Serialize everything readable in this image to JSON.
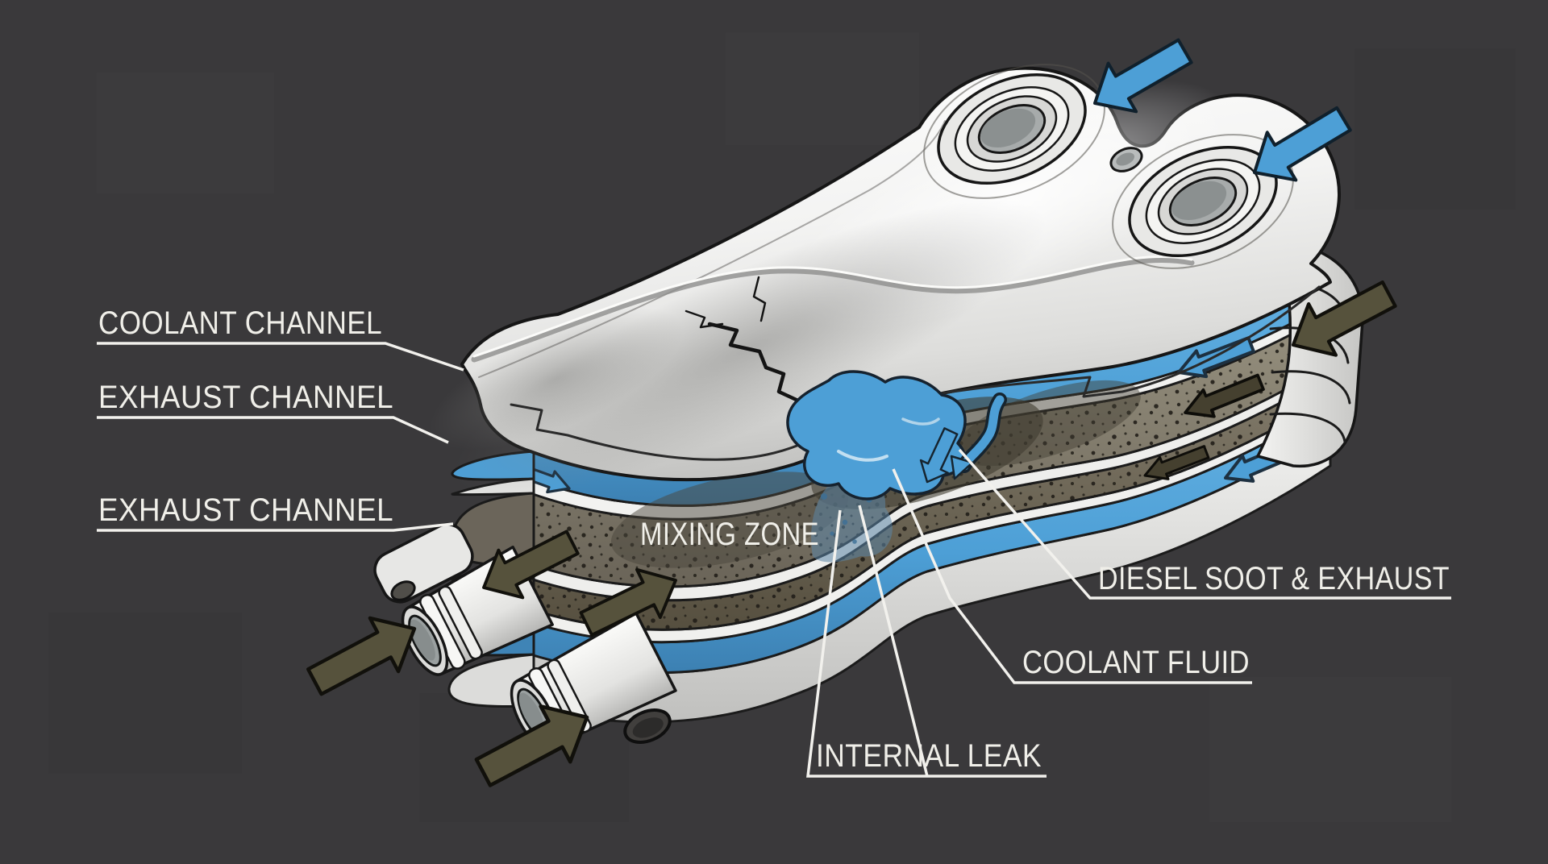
{
  "diagram": {
    "labels": {
      "coolant_channel": "COOLANT CHANNEL",
      "exhaust_channel_top": "EXHAUST CHANNEL",
      "exhaust_channel_bottom": "EXHAUST CHANNEL",
      "mixing_zone": "MIXING ZONE",
      "diesel_soot_exhaust": "DIESEL SOOT & EXHAUST",
      "coolant_fluid": "COOLANT FLUID",
      "internal_leak": "INTERNAL LEAK"
    },
    "colors": {
      "background": "#3a393b",
      "label_text": "#f0efe9",
      "leader_line": "#f2f1ed",
      "coolant_blue": "#4d9fd6",
      "coolant_blue_dark": "#3f84b6",
      "soot_gray": "#8f897c",
      "soot_dark": "#55503f",
      "exhaust_arrow_olive": "#57533e",
      "plate_white": "#f4f4f2",
      "outline_black": "#1a1a1a"
    },
    "icons": {
      "coolant_inlet_arrow": "filled-arrow-blue",
      "exhaust_flow_arrow": "filled-arrow-dark-olive",
      "channel_flow_arrow": "outlined-band-arrow",
      "leak_drip_arrow": "filled-arrow-blue-small"
    }
  }
}
